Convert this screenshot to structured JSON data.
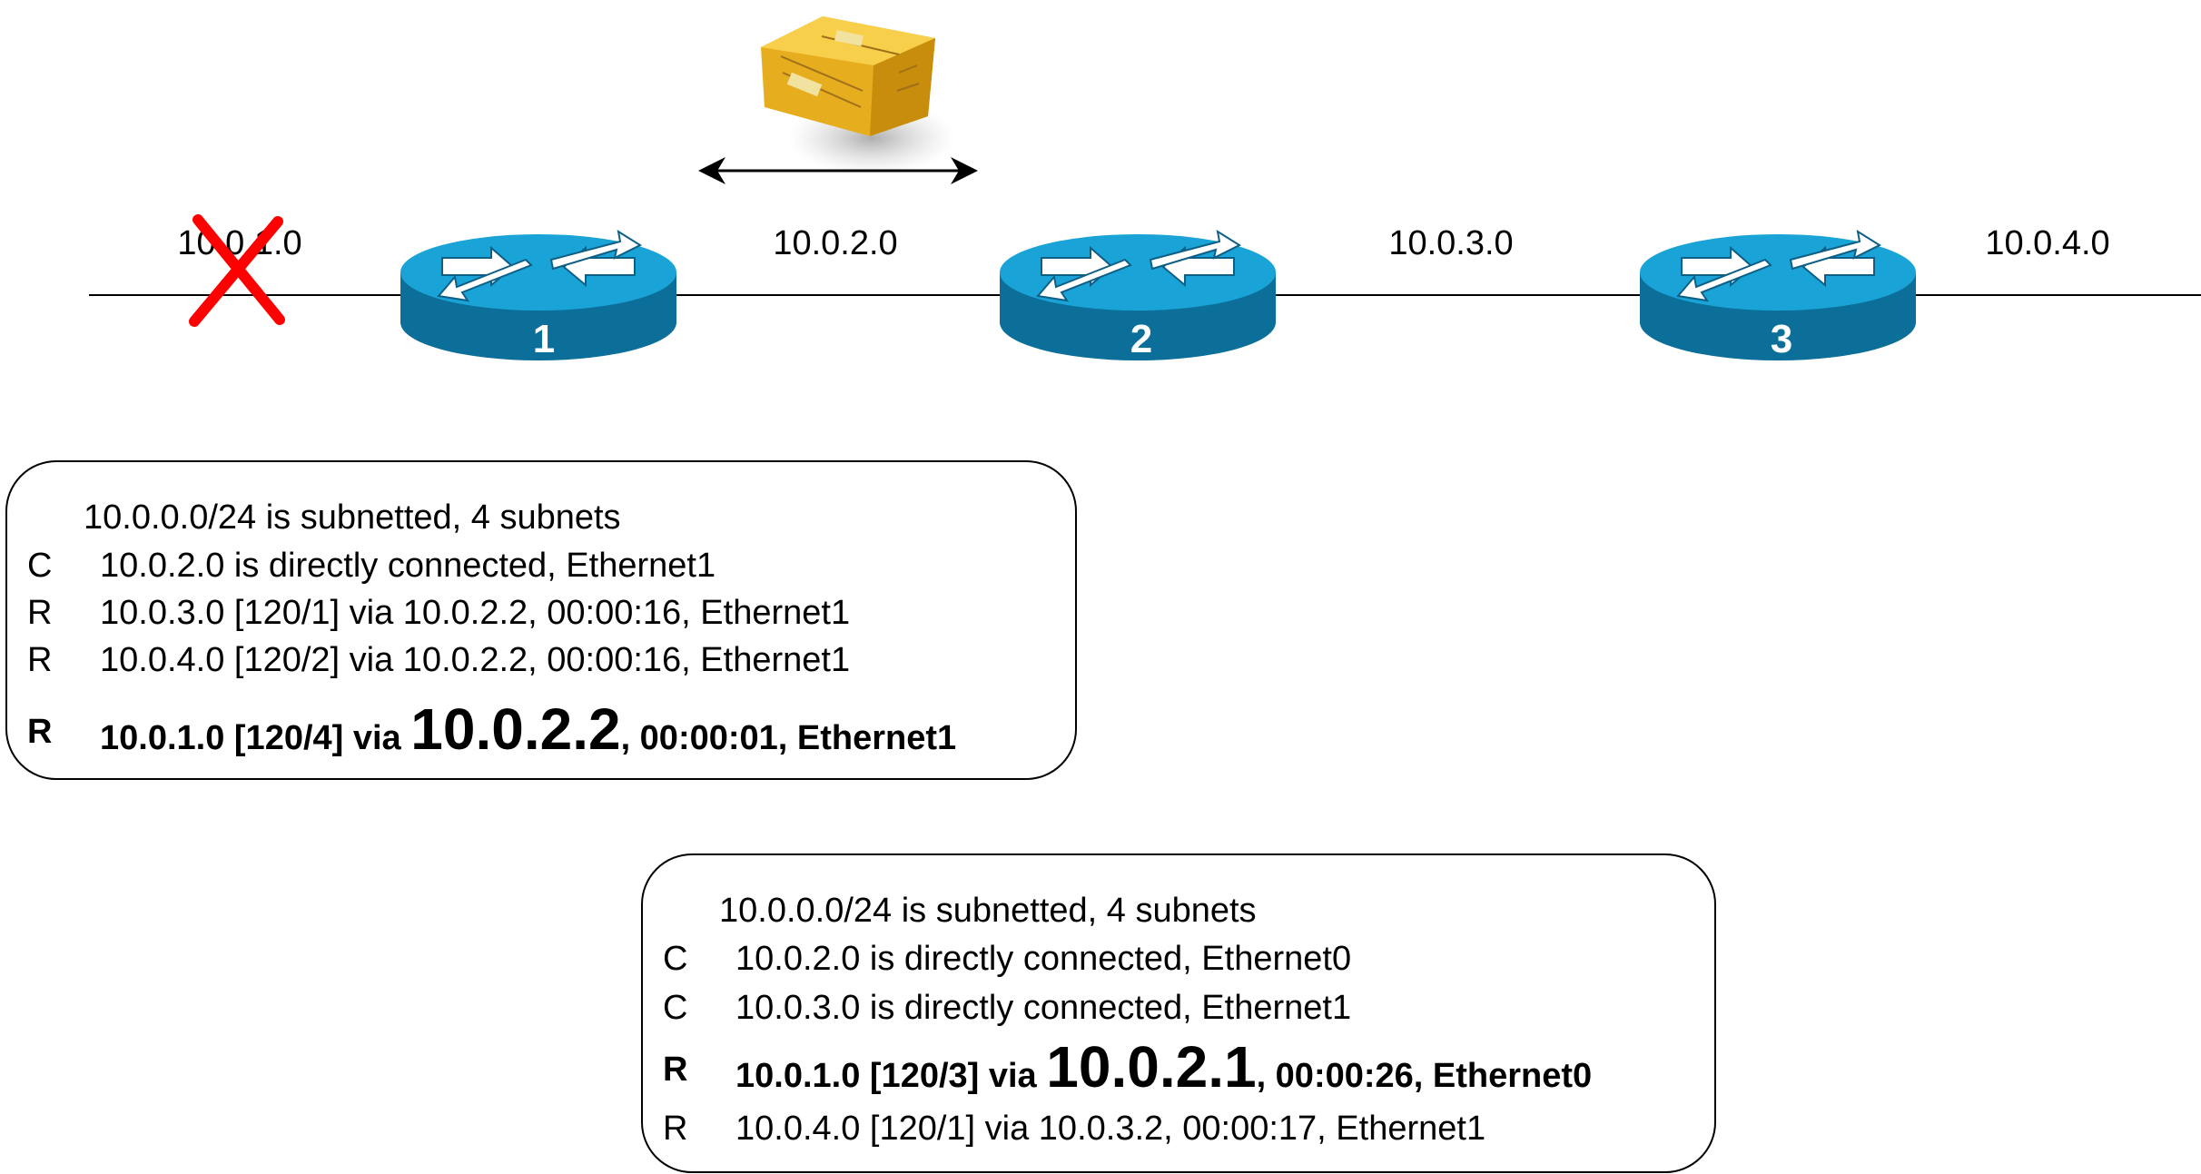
{
  "networks": [
    "10.0.1.0",
    "10.0.2.0",
    "10.0.3.0",
    "10.0.4.0"
  ],
  "routers": [
    "1",
    "2",
    "3"
  ],
  "failed_network": "10.0.1.0",
  "colors": {
    "router_top": "#1aa3d6",
    "router_side": "#0b6f99",
    "failure_x": "#ff0000",
    "line": "#000000"
  },
  "tables": [
    {
      "header": "10.0.0.0/24 is subnetted, 4 subnets",
      "rows": [
        {
          "code": "C",
          "text": "10.0.2.0 is directly connected, Ethernet1",
          "bold": false
        },
        {
          "code": "R",
          "text": "10.0.3.0 [120/1] via 10.0.2.2, 00:00:16, Ethernet1",
          "bold": false
        },
        {
          "code": "R",
          "text": "10.0.4.0 [120/2] via 10.0.2.2, 00:00:16, Ethernet1",
          "bold": false
        },
        {
          "code": "R",
          "pre": "10.0.1.0 [120/4] via ",
          "big": "10.0.2.2",
          "post": ", 00:00:01, Ethernet1",
          "bold": true
        }
      ]
    },
    {
      "header": "10.0.0.0/24 is subnetted, 4 subnets",
      "rows": [
        {
          "code": "C",
          "text": "10.0.2.0 is directly connected, Ethernet0",
          "bold": false
        },
        {
          "code": "C",
          "text": "10.0.3.0 is directly connected, Ethernet1",
          "bold": false
        },
        {
          "code": "R",
          "pre": "10.0.1.0 [120/3] via ",
          "big": "10.0.2.1",
          "post": ", 00:00:26, Ethernet0",
          "bold": true
        },
        {
          "code": "R",
          "text": "10.0.4.0 [120/1] via 10.0.3.2, 00:00:17, Ethernet1",
          "bold": false
        }
      ]
    }
  ]
}
